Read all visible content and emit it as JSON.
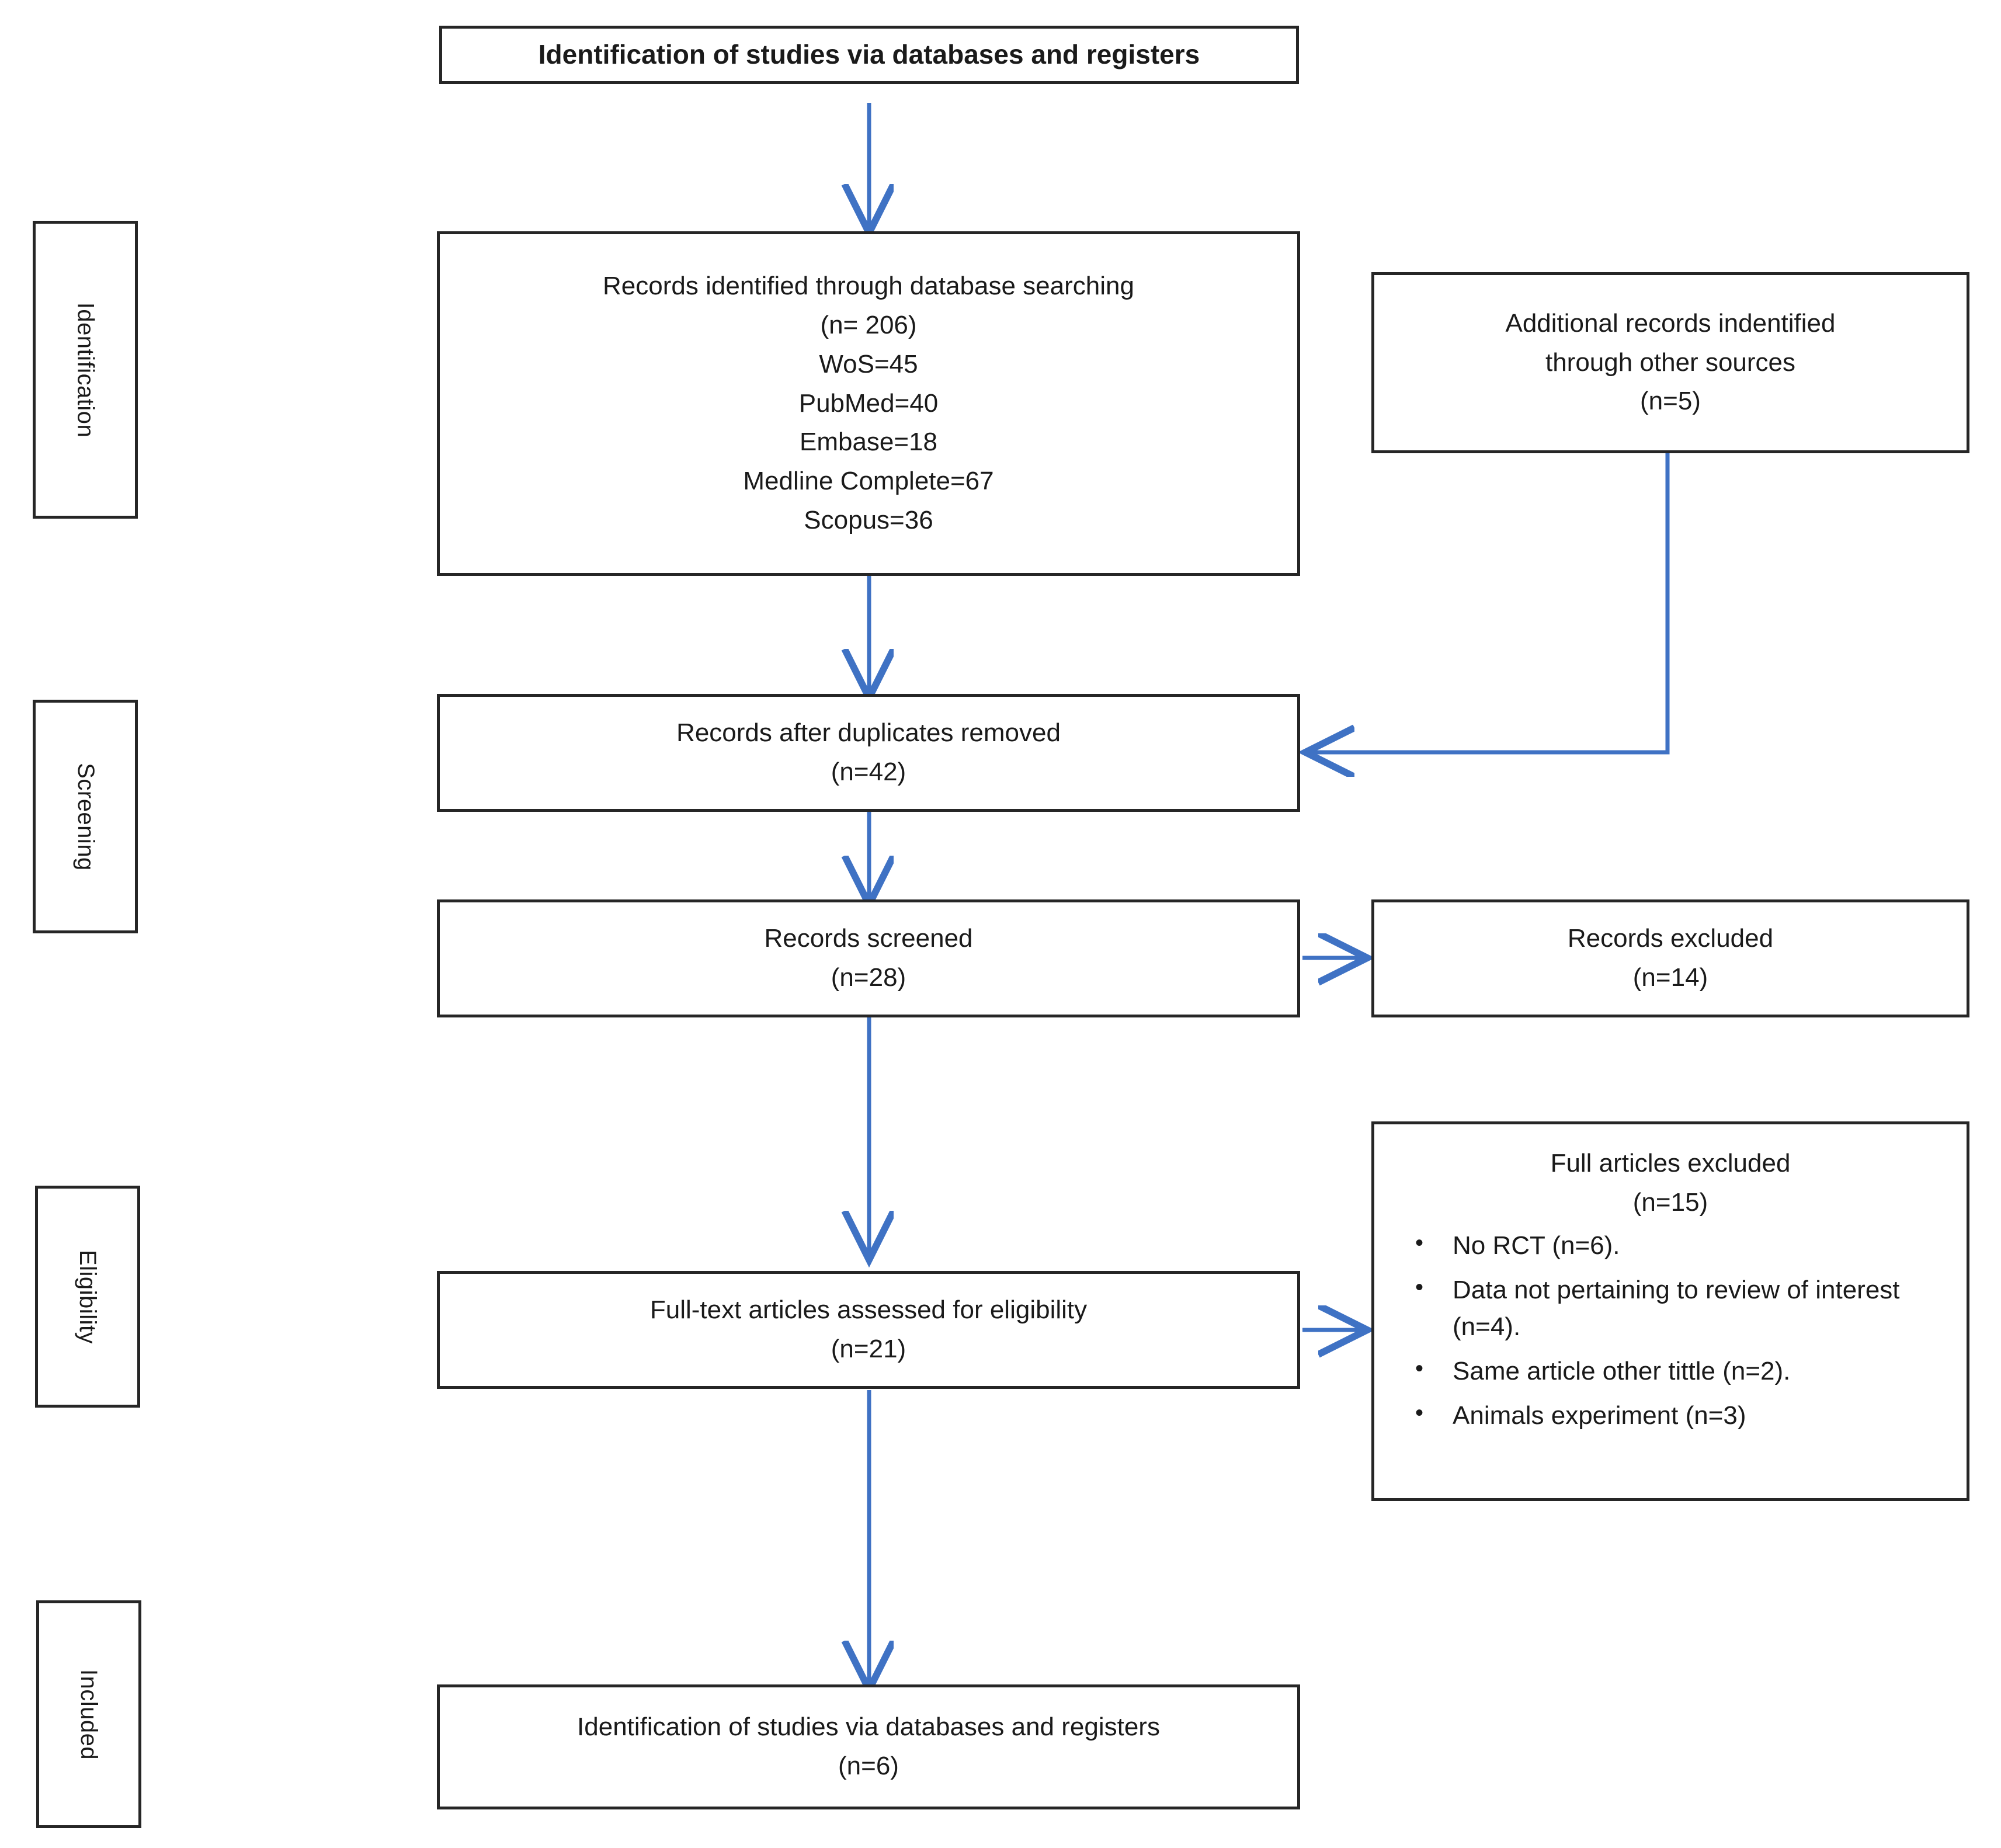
{
  "diagram": {
    "type": "prisma-flow-diagram",
    "accent_color": "#3f72c4",
    "box_border_color": "#262626",
    "background_color": "#ffffff"
  },
  "phases": [
    {
      "id": "identification",
      "label": "Identification"
    },
    {
      "id": "screening",
      "label": "Screening"
    },
    {
      "id": "eligibility",
      "label": "Eligibility"
    },
    {
      "id": "included",
      "label": "Included"
    }
  ],
  "boxes": {
    "title": {
      "lines": [
        "Identification of studies via databases and registers"
      ]
    },
    "records_identified": {
      "lines": [
        "Records identified through database searching",
        "(n= 206)",
        "WoS=45",
        "PubMed=40",
        "Embase=18",
        "Medline Complete=67",
        "Scopus=36"
      ]
    },
    "additional_records": {
      "lines": [
        "Additional records indentified",
        "through other sources",
        "(n=5)"
      ]
    },
    "duplicates_removed": {
      "lines": [
        "Records after duplicates removed",
        "(n=42)"
      ]
    },
    "records_screened": {
      "lines": [
        "Records screened",
        "(n=28)"
      ]
    },
    "records_excluded": {
      "lines": [
        "Records excluded",
        "(n=14)"
      ]
    },
    "full_text_assessed": {
      "lines": [
        "Full-text articles assessed for eligibility",
        "(n=21)"
      ]
    },
    "full_articles_excluded": {
      "heading": [
        "Full articles excluded",
        "(n=15)"
      ],
      "bullets": [
        "No RCT (n=6).",
        "Data not pertaining to review of interest (n=4).",
        "Same article other tittle (n=2).",
        "Animals experiment (n=3)"
      ]
    },
    "included_studies": {
      "lines": [
        "Identification of studies via databases and registers",
        "(n=6)"
      ]
    }
  },
  "counts": {
    "records_identified_total": 206,
    "wos": 45,
    "pubmed": 40,
    "embase": 18,
    "medline_complete": 67,
    "scopus": 36,
    "additional_records": 5,
    "after_duplicates_removed": 42,
    "records_screened": 28,
    "records_excluded": 14,
    "full_text_assessed": 21,
    "full_articles_excluded": 15,
    "excluded_no_rct": 6,
    "excluded_data_not_pertaining": 4,
    "excluded_same_article": 2,
    "excluded_animals": 3,
    "included_studies": 6
  }
}
